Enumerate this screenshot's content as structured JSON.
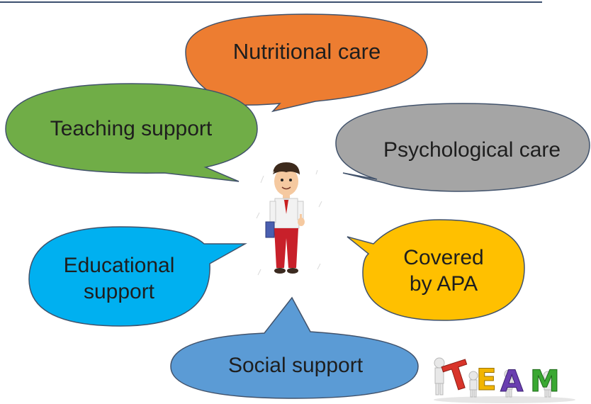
{
  "colors": {
    "top_rule": "#3b4f6f",
    "nutritional": "#ed7d31",
    "teaching": "#70ad47",
    "psychological": "#a5a5a5",
    "educational": "#00b0f0",
    "covered": "#ffc000",
    "social": "#5b9bd5",
    "outline": "#41526b"
  },
  "bubbles": {
    "nutritional": {
      "label": "Nutritional care"
    },
    "teaching": {
      "label": "Teaching support"
    },
    "psychological": {
      "label": "Psychological care"
    },
    "educational": {
      "line1": "Educational",
      "line2": "support"
    },
    "covered": {
      "line1": "Covered",
      "line2": "by APA"
    },
    "social": {
      "label": "Social support"
    }
  },
  "team_logo": {
    "letters": [
      "T",
      "E",
      "A",
      "M"
    ]
  }
}
